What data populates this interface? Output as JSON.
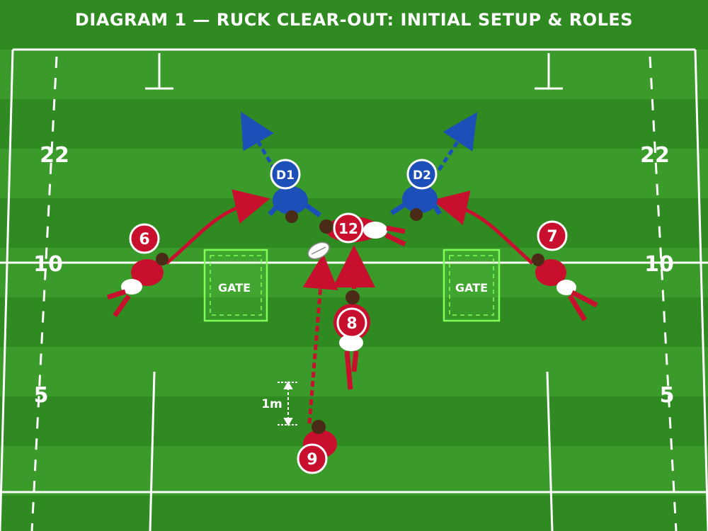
{
  "title": "DIAGRAM 1 — RUCK CLEAR-OUT: INITIAL SETUP & ROLES",
  "colors": {
    "grass_light": "#3f9b2c",
    "grass_dark": "#2f8a22",
    "line": "#ffffff",
    "attack_red": "#c8102e",
    "defence_blue": "#1d4fb8",
    "gate_green": "#7dff57"
  },
  "pitch_markings": {
    "left": [
      "22",
      "10",
      "5"
    ],
    "right": [
      "22",
      "10",
      "5"
    ]
  },
  "gates": [
    "GATE",
    "GATE"
  ],
  "players": {
    "attackers": [
      "6",
      "7",
      "8",
      "9",
      "12"
    ],
    "defenders": [
      "D1",
      "D2"
    ]
  },
  "distance_label": "1m",
  "icons": [
    "rugby-ball-icon",
    "movement-arrow-icon",
    "pass-line-icon"
  ]
}
